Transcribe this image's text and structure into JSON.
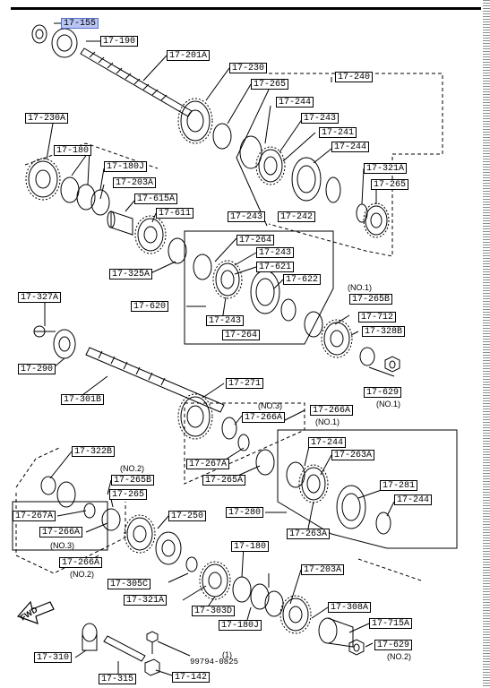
{
  "labels": [
    {
      "id": "17-155",
      "text": "17-155",
      "highlight": true
    },
    {
      "id": "17-190",
      "text": "17-190"
    },
    {
      "id": "17-201A",
      "text": "17-201A"
    },
    {
      "id": "17-230",
      "text": "17-230"
    },
    {
      "id": "17-265-top",
      "text": "17-265"
    },
    {
      "id": "17-240",
      "text": "17-240"
    },
    {
      "id": "17-244-a",
      "text": "17-244"
    },
    {
      "id": "17-243-a",
      "text": "17-243"
    },
    {
      "id": "17-241",
      "text": "17-241"
    },
    {
      "id": "17-244-b",
      "text": "17-244"
    },
    {
      "id": "17-321A",
      "text": "17-321A"
    },
    {
      "id": "17-265-r",
      "text": "17-265"
    },
    {
      "id": "17-243-b",
      "text": "17-243"
    },
    {
      "id": "17-242",
      "text": "17-242"
    },
    {
      "id": "17-230A",
      "text": "17-230A"
    },
    {
      "id": "17-180-top",
      "text": "17-180"
    },
    {
      "id": "17-180J-top",
      "text": "17-180J"
    },
    {
      "id": "17-203A-top",
      "text": "17-203A"
    },
    {
      "id": "17-615A",
      "text": "17-615A"
    },
    {
      "id": "17-611",
      "text": "17-611"
    },
    {
      "id": "17-264-a",
      "text": "17-264"
    },
    {
      "id": "17-243-c",
      "text": "17-243"
    },
    {
      "id": "17-621",
      "text": "17-621"
    },
    {
      "id": "17-622",
      "text": "17-622"
    },
    {
      "id": "17-325A",
      "text": "17-325A"
    },
    {
      "id": "17-620",
      "text": "17-620"
    },
    {
      "id": "17-243-d",
      "text": "17-243"
    },
    {
      "id": "17-264-b",
      "text": "17-264"
    },
    {
      "id": "17-265B",
      "text": "17-265B"
    },
    {
      "id": "17-712",
      "text": "17-712"
    },
    {
      "id": "17-328B",
      "text": "17-328B"
    },
    {
      "id": "17-327A",
      "text": "17-327A"
    },
    {
      "id": "17-290",
      "text": "17-290"
    },
    {
      "id": "17-629-a",
      "text": "17-629"
    },
    {
      "id": "17-301B",
      "text": "17-301B"
    },
    {
      "id": "17-271",
      "text": "17-271"
    },
    {
      "id": "17-266A-a",
      "text": "17-266A"
    },
    {
      "id": "17-266A-b",
      "text": "17-266A"
    },
    {
      "id": "17-267A-a",
      "text": "17-267A"
    },
    {
      "id": "17-244-c",
      "text": "17-244"
    },
    {
      "id": "17-263A-a",
      "text": "17-263A"
    },
    {
      "id": "17-265A",
      "text": "17-265A"
    },
    {
      "id": "17-322B",
      "text": "17-322B"
    },
    {
      "id": "17-265B-b",
      "text": "17-265B"
    },
    {
      "id": "17-265-c",
      "text": "17-265"
    },
    {
      "id": "17-267A-b",
      "text": "17-267A"
    },
    {
      "id": "17-266A-c",
      "text": "17-266A"
    },
    {
      "id": "17-281",
      "text": "17-281"
    },
    {
      "id": "17-244-d",
      "text": "17-244"
    },
    {
      "id": "17-280",
      "text": "17-280"
    },
    {
      "id": "17-250",
      "text": "17-250"
    },
    {
      "id": "17-263A-b",
      "text": "17-263A"
    },
    {
      "id": "17-266A-d",
      "text": "17-266A"
    },
    {
      "id": "17-180-b",
      "text": "17-180"
    },
    {
      "id": "17-203A-b",
      "text": "17-203A"
    },
    {
      "id": "17-305C",
      "text": "17-305C"
    },
    {
      "id": "17-321A-b",
      "text": "17-321A"
    },
    {
      "id": "17-308A",
      "text": "17-308A"
    },
    {
      "id": "17-303D",
      "text": "17-303D"
    },
    {
      "id": "17-180J-b",
      "text": "17-180J"
    },
    {
      "id": "17-715A",
      "text": "17-715A"
    },
    {
      "id": "17-629-b",
      "text": "17-629"
    },
    {
      "id": "17-310",
      "text": "17-310"
    },
    {
      "id": "17-315",
      "text": "17-315"
    },
    {
      "id": "17-142",
      "text": "17-142"
    }
  ],
  "notes": [
    {
      "id": "no1-a",
      "text": "(NO.1)"
    },
    {
      "id": "no1-b",
      "text": "(NO.1)"
    },
    {
      "id": "no3-a",
      "text": "(NO.3)"
    },
    {
      "id": "no1-c",
      "text": "(NO.1)"
    },
    {
      "id": "no2-a",
      "text": "(NO.2)"
    },
    {
      "id": "no3-b",
      "text": "(NO.3)"
    },
    {
      "id": "no2-b",
      "text": "(NO.2)"
    },
    {
      "id": "no2-c",
      "text": "(NO.2)"
    },
    {
      "id": "qty-1",
      "text": "(1)"
    },
    {
      "id": "code-99794",
      "text": "99794-0825"
    }
  ],
  "fwd_label": "FWD",
  "colors": {
    "ink": "#000000",
    "highlight_fill": "#b9c6f3",
    "highlight_border": "#5a6fd0"
  }
}
